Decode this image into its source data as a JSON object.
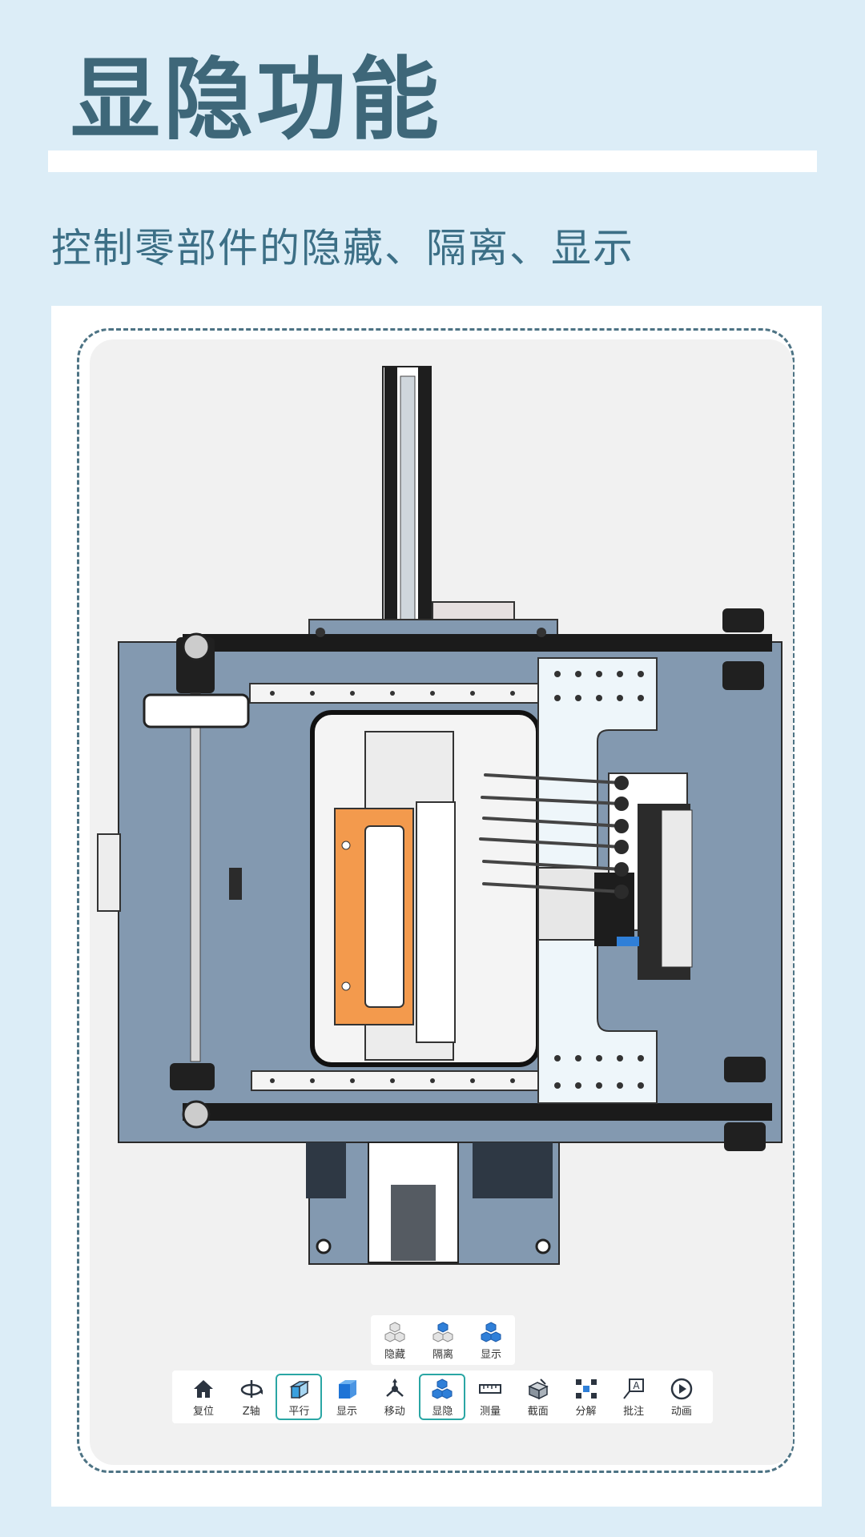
{
  "header": {
    "title": "显隐功能",
    "subtitle": "控制零部件的隐藏、隔离、显示"
  },
  "colors": {
    "background": "#dcedf7",
    "title": "#3e6779",
    "subtitle": "#3c6f86",
    "frame_dash": "#4d7384",
    "viewport": "#f1f1f1",
    "plate": "#8399b0",
    "accent_orange": "#f39a4d",
    "active_border": "#2aa6a4",
    "icon_blue": "#2f7fd8"
  },
  "visibility_menu": {
    "items": [
      {
        "label": "隐藏",
        "icon": "hide-parts-icon"
      },
      {
        "label": "隔离",
        "icon": "isolate-parts-icon"
      },
      {
        "label": "显示",
        "icon": "show-parts-icon"
      }
    ]
  },
  "toolbar": {
    "items": [
      {
        "label": "复位",
        "icon": "home-icon"
      },
      {
        "label": "Z轴",
        "icon": "z-axis-rotate-icon"
      },
      {
        "label": "平行",
        "icon": "parallel-projection-icon",
        "active": true
      },
      {
        "label": "显示",
        "icon": "display-cube-icon"
      },
      {
        "label": "移动",
        "icon": "move-icon"
      },
      {
        "label": "显隐",
        "icon": "show-hide-icon",
        "active": true
      },
      {
        "label": "测量",
        "icon": "ruler-icon"
      },
      {
        "label": "截面",
        "icon": "section-icon"
      },
      {
        "label": "分解",
        "icon": "explode-icon"
      },
      {
        "label": "批注",
        "icon": "annotation-icon"
      },
      {
        "label": "动画",
        "icon": "play-icon"
      }
    ]
  }
}
